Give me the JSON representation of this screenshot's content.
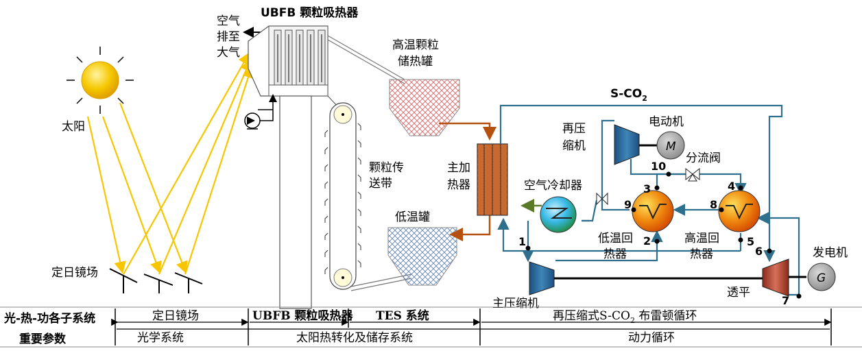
{
  "labels": {
    "sun": "太阳",
    "heliostat": "定日镜场",
    "air_exhaust_1": "空气",
    "air_exhaust_2": "排至",
    "air_exhaust_3": "大气",
    "receiver_title": "UBFB 颗粒吸热器",
    "hot_tank_1": "高温颗粒",
    "hot_tank_2": "储热罐",
    "belt_1": "颗粒传",
    "belt_2": "送带",
    "cold_tank": "低温罐",
    "main_heater_1": "主加",
    "main_heater_2": "热器",
    "sco2_label": "S-CO",
    "sco2_sub": "2",
    "recompressor_1": "再压",
    "recompressor_2": "缩机",
    "motor": "电动机",
    "motor_symbol": "M",
    "split_valve": "分流阀",
    "air_cooler": "空气冷却器",
    "ltr_1": "低温回",
    "ltr_2": "热器",
    "htr_1": "高温回",
    "htr_2": "热器",
    "generator": "发电机",
    "generator_symbol": "G",
    "turbine": "透平",
    "main_compressor": "主压缩机"
  },
  "state_points": [
    "1",
    "2",
    "3",
    "4",
    "5",
    "6",
    "7",
    "8",
    "9",
    "10"
  ],
  "table": {
    "row_header_1": "光-热-功各子系统",
    "row_header_2": "重要参数",
    "sections": [
      "定日镜场",
      "UBFB 颗粒吸热器",
      "TES 系统",
      "再压缩式S-CO",
      "2",
      " 布雷顿循环"
    ],
    "systems": [
      "光学系统",
      "太阳热转化及储存系统",
      "动力循环"
    ]
  },
  "colors": {
    "sun": "#f5c800",
    "ray": "#f7c600",
    "sco2_pipe": "#2e6f8e",
    "particle_pipe": "#b5500e",
    "cooler_arrow": "#5a7a2a"
  }
}
